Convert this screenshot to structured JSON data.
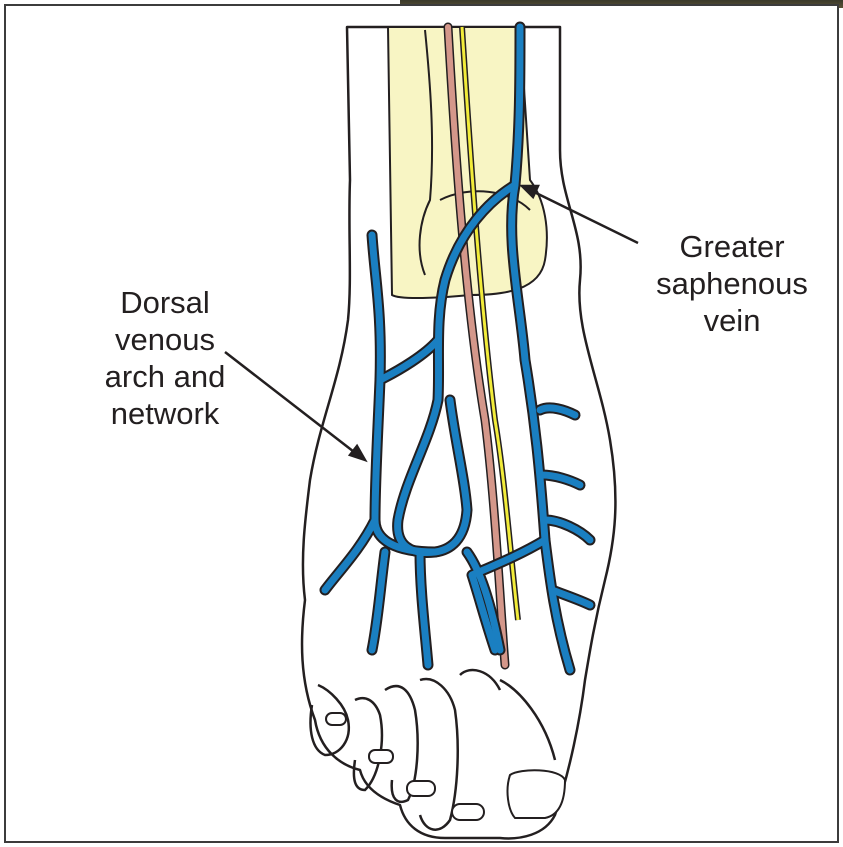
{
  "labels": {
    "left": [
      "Dorsal",
      "venous",
      "arch and",
      "network"
    ],
    "right": [
      "Greater",
      "saphenous",
      "vein"
    ]
  },
  "colors": {
    "vein": "#1a7fc1",
    "bone": "#f8f5c4",
    "artery": "#d4978a",
    "nerve": "#f2ec3a",
    "outline": "#231f20"
  }
}
